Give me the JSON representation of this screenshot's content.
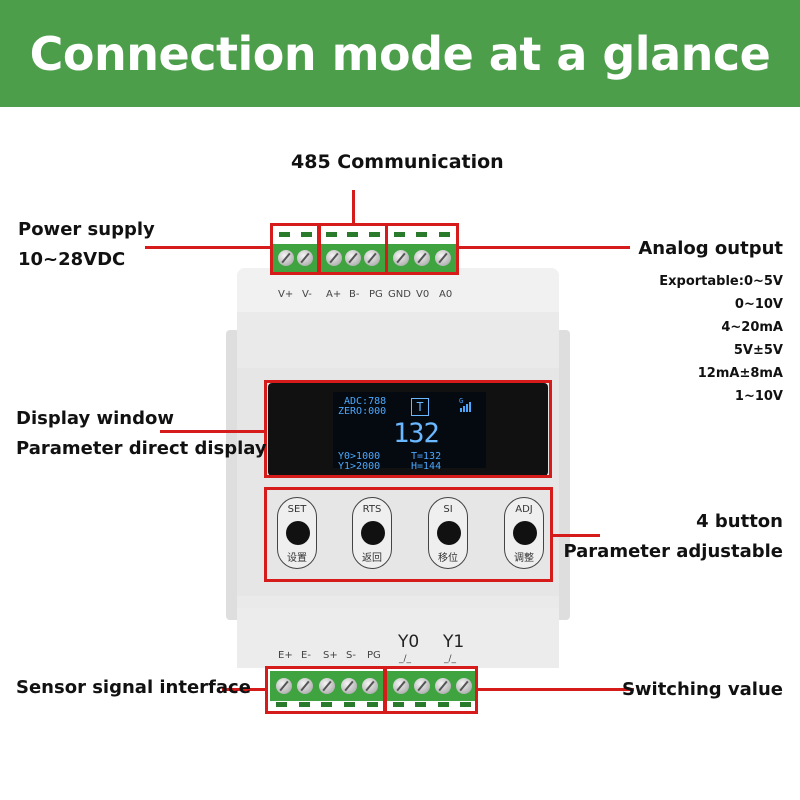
{
  "title": "Connection mode at a glance",
  "labels": {
    "comm": "485 Communication",
    "power_1": "Power supply",
    "power_2": "10~28VDC",
    "analog": "Analog output",
    "display_1": "Display window",
    "display_2": "Parameter direct display",
    "buttons_1": "4 button",
    "buttons_2": "Parameter adjustable",
    "sensor": "Sensor signal interface",
    "switching": "Switching value"
  },
  "analog_specs": [
    "Exportable:0~5V",
    "0~10V",
    "4~20mA",
    "5V±5V",
    "12mA±8mA",
    "1~10V"
  ],
  "top_terminals": [
    "V+",
    "V-",
    "A+",
    "B-",
    "PG",
    "GND",
    "V0",
    "A0"
  ],
  "bottom_terminals": [
    "E+",
    "E-",
    "S+",
    "S-",
    "PG"
  ],
  "switch_outputs": [
    "Y0",
    "Y1"
  ],
  "oled": {
    "adc": "ADC:788",
    "zero": "ZERO:000",
    "mode": "T",
    "signal": "G",
    "value": "132",
    "y0": "Y0>1000",
    "y1": "Y1>2000",
    "t": "T=132",
    "h": "H=144"
  },
  "buttons": [
    {
      "top": "SET",
      "bottom": "设置"
    },
    {
      "top": "RTS",
      "bottom": "返回"
    },
    {
      "top": "SI",
      "bottom": "移位"
    },
    {
      "top": "ADJ",
      "bottom": "调整"
    }
  ],
  "colors": {
    "banner": "#4d9e4a",
    "highlight": "#d61b1b",
    "terminal": "#3fa340",
    "oled_text": "#4aa8ff"
  }
}
